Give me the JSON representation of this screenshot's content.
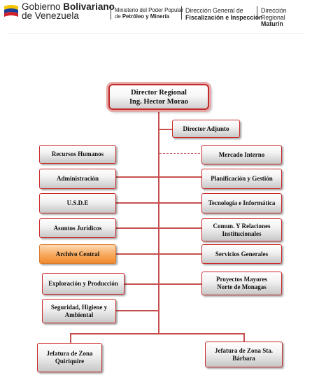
{
  "header": {
    "gov_line1_regular": "Gobierno ",
    "gov_line1_bold": "Bolivariano",
    "gov_line2": "de Venezuela",
    "ministry_line1": "Ministerio del Poder Popular",
    "ministry_line2_prefix": "de ",
    "ministry_line2_bold": "Petróleo y Minería",
    "direccion_line1": "Dirección General de",
    "direccion_line2": "Fiscalización e Inspección",
    "regional_line1": "Dirección Regional",
    "regional_line2": "Maturín"
  },
  "chart": {
    "director": {
      "line1": "Director Regional",
      "line2": "Ing. Hector Morao"
    },
    "adjunto": "Director Adjunto",
    "left": [
      {
        "line1": "Recursos Humanos",
        "line2": ""
      },
      {
        "line1": "Administración",
        "line2": ""
      },
      {
        "line1": "U.S.D.E",
        "line2": ""
      },
      {
        "line1": "Asuntos Jurídicos",
        "line2": ""
      },
      {
        "line1": "Archivo Central",
        "line2": ""
      },
      {
        "line1": "Exploración y Producción",
        "line2": ""
      },
      {
        "line1": "Seguridad, Higiene y",
        "line2": "Ambiental"
      }
    ],
    "right": [
      {
        "line1": "Mercado Interno",
        "line2": ""
      },
      {
        "line1": "Planificación y Gestión",
        "line2": ""
      },
      {
        "line1": "Tecnología e Informática",
        "line2": ""
      },
      {
        "line1": "Comun. Y Relaciones",
        "line2": "Institucionales"
      },
      {
        "line1": "Servicios Generales",
        "line2": ""
      },
      {
        "line1": "Proyectos Mayores",
        "line2": "Norte de Monagas"
      }
    ],
    "bottom": [
      {
        "line1": "Jefatura de Zona",
        "line2": "Quiriquire"
      },
      {
        "line1": "Jefatura de Zona Sta.",
        "line2": "Bárbara"
      }
    ]
  },
  "colors": {
    "accent": "#c7504f",
    "highlight": "#f08a2e"
  }
}
